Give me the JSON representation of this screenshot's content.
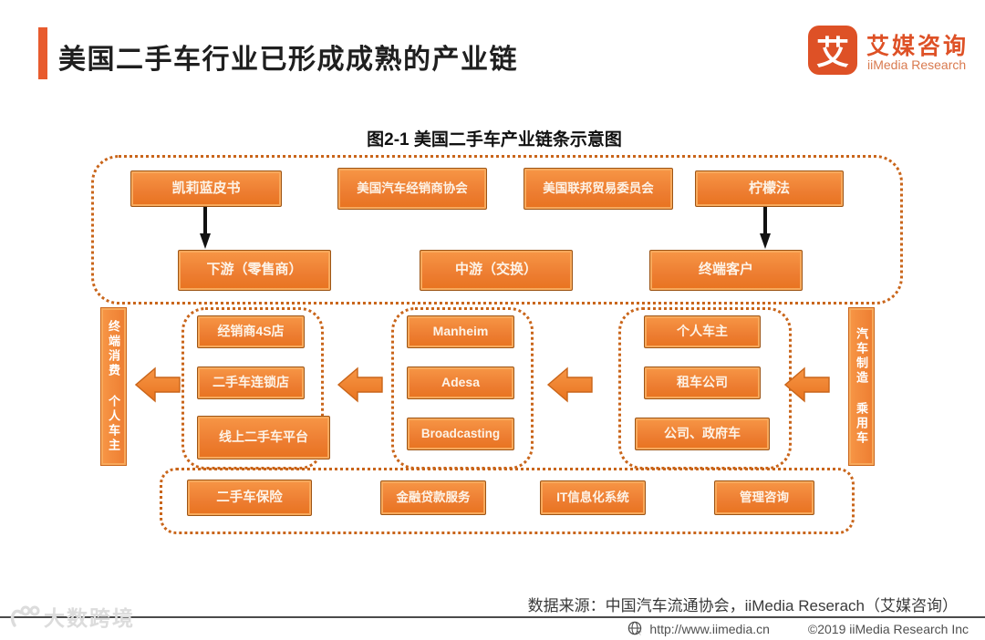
{
  "header": {
    "title": "美国二手车行业已形成成熟的产业链"
  },
  "logo": {
    "glyph": "艾",
    "brand_cn": "艾媒咨询",
    "brand_en": "iiMedia Research"
  },
  "figure_title": "图2-1 美国二手车产业链条示意图",
  "top_section": {
    "regulators": [
      "凯莉蓝皮书",
      "美国汽车经销商协会",
      "美国联邦贸易委员会",
      "柠檬法"
    ],
    "stages": [
      "下游（零售商）",
      "中游（交换）",
      "终端客户"
    ]
  },
  "left_bar": {
    "line1": "终端消费",
    "line2": "个人车主"
  },
  "right_bar": {
    "line1": "汽车制造",
    "line2": "乘用车"
  },
  "groups": {
    "downstream": [
      "经销商4S店",
      "二手车连锁店",
      "线上二手车平台"
    ],
    "midstream": [
      "Manheim",
      "Adesa",
      "Broadcasting"
    ],
    "upstream": [
      "个人车主",
      "租车公司",
      "公司、政府车"
    ]
  },
  "support_services": [
    "二手车保险",
    "金融贷款服务",
    "IT信息化系统",
    "管理咨询"
  ],
  "source_note": "数据来源：中国汽车流通协会，iiMedia Reserach（艾媒咨询）",
  "footer": {
    "url": "http://www.iimedia.cn",
    "copyright": "©2019  iiMedia Research Inc"
  },
  "watermark": "大数跨境",
  "colors": {
    "accent_orange": "#ED7D31",
    "box_highlight": "#F7A95C",
    "box_outline": "#9C5415",
    "dotted_border": "#C9651A",
    "brand_orange": "#DE5126",
    "arrow_black": "#111111",
    "footer_text": "#4F4F4F"
  }
}
